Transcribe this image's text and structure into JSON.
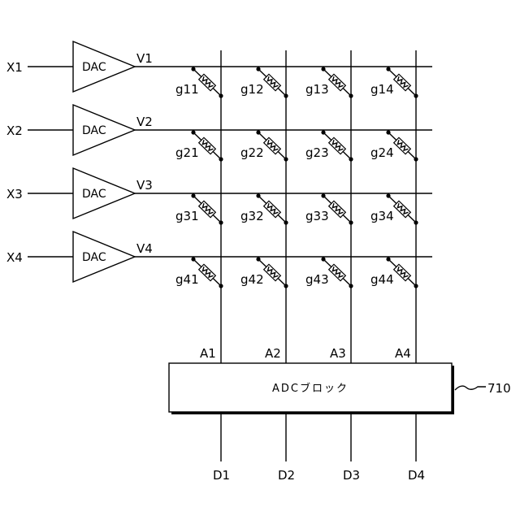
{
  "rows": [
    {
      "input": "X1",
      "dac": "DAC",
      "voltage": "V1"
    },
    {
      "input": "X2",
      "dac": "DAC",
      "voltage": "V2"
    },
    {
      "input": "X3",
      "dac": "DAC",
      "voltage": "V3"
    },
    {
      "input": "X4",
      "dac": "DAC",
      "voltage": "V4"
    }
  ],
  "columns": [
    {
      "analog": "A1",
      "digital": "D1"
    },
    {
      "analog": "A2",
      "digital": "D2"
    },
    {
      "analog": "A3",
      "digital": "D3"
    },
    {
      "analog": "A4",
      "digital": "D4"
    }
  ],
  "conductances": [
    [
      "g11",
      "g12",
      "g13",
      "g14"
    ],
    [
      "g21",
      "g22",
      "g23",
      "g24"
    ],
    [
      "g31",
      "g32",
      "g33",
      "g34"
    ],
    [
      "g41",
      "g42",
      "g43",
      "g44"
    ]
  ],
  "adc": {
    "label": "ADCブロック",
    "ref": "710"
  }
}
